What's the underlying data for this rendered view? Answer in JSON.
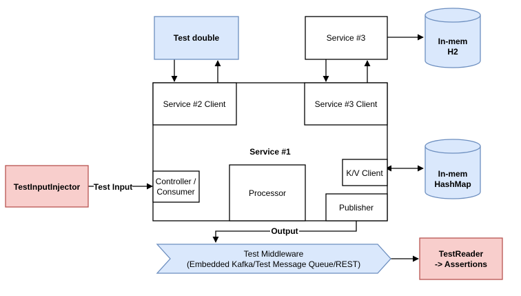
{
  "nodes": {
    "test_double": "Test double",
    "service3": "Service #3",
    "inmem_h2": [
      "In-mem",
      "H2"
    ],
    "service2_client": "Service #2 Client",
    "service3_client": "Service #3 Client",
    "service1": "Service #1",
    "kv_client": "K/V Client",
    "inmem_hashmap": [
      "In-mem",
      "HashMap"
    ],
    "test_input_injector": "TestInputInjector",
    "controller": [
      "Controller /",
      "Consumer"
    ],
    "processor": "Processor",
    "publisher": "Publisher",
    "middleware": [
      "Test Middleware",
      "(Embedded Kafka/Test Message Queue/REST)"
    ],
    "test_reader": [
      "TestReader",
      "-> Assertions"
    ]
  },
  "edges": {
    "test_input": "Test Input",
    "output": "Output"
  },
  "colors": {
    "blue_fill": "#dae8fc",
    "blue_stroke": "#6c8ebf",
    "red_fill": "#f8cecc",
    "red_stroke": "#b85450",
    "line": "#000000"
  }
}
